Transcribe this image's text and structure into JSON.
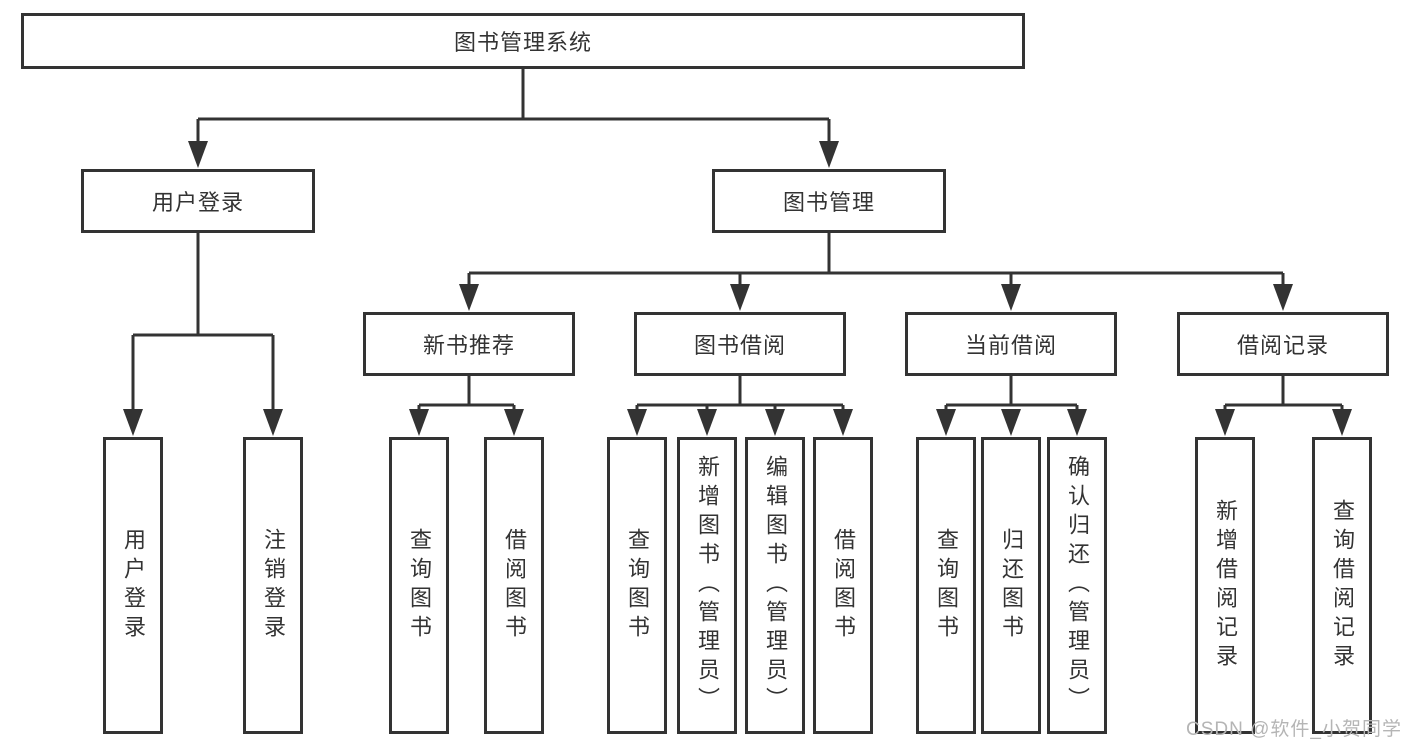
{
  "diagram": {
    "root": {
      "label": "图书管理系统"
    },
    "level2": [
      {
        "label": "用户登录"
      },
      {
        "label": "图书管理"
      }
    ],
    "level3": [
      {
        "label": "新书推荐"
      },
      {
        "label": "图书借阅"
      },
      {
        "label": "当前借阅"
      },
      {
        "label": "借阅记录"
      }
    ],
    "leaves": {
      "user_login": [
        {
          "label": "用户登录"
        },
        {
          "label": "注销登录"
        }
      ],
      "new_book_recommend": [
        {
          "label": "查询图书"
        },
        {
          "label": "借阅图书"
        }
      ],
      "book_borrow": [
        {
          "label": "查询图书"
        },
        {
          "label": "新增图书（管理员）"
        },
        {
          "label": "编辑图书（管理员）"
        },
        {
          "label": "借阅图书"
        }
      ],
      "current_borrow": [
        {
          "label": "查询图书"
        },
        {
          "label": "归还图书"
        },
        {
          "label": "确认归还（管理员）"
        }
      ],
      "borrow_records": [
        {
          "label": "新增借阅记录"
        },
        {
          "label": "查询借阅记录"
        }
      ]
    },
    "watermark": {
      "text": "CSDN @软件_小贺同学"
    },
    "colors": {
      "line": "#333333",
      "text": "#333333",
      "background": "#ffffff",
      "watermark": "#b5b5b5"
    }
  }
}
